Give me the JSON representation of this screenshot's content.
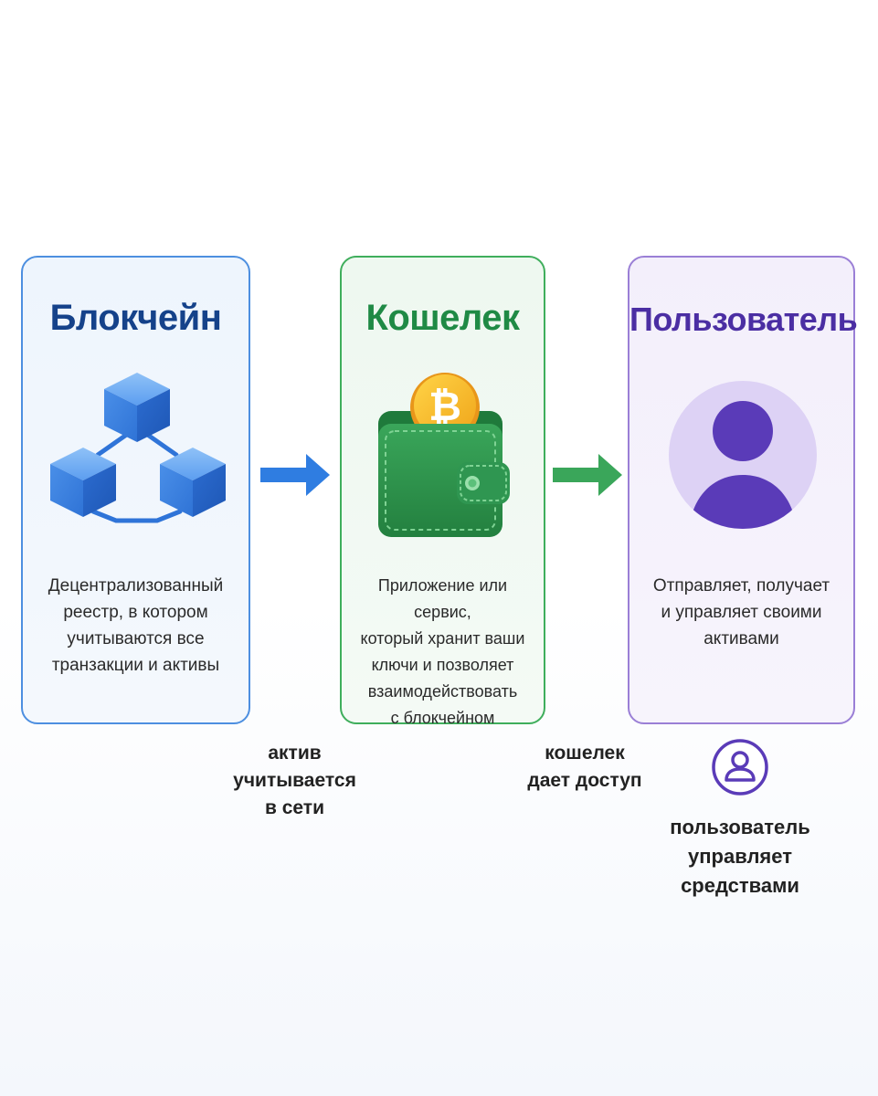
{
  "cards": {
    "blockchain": {
      "title": "Блокчейн",
      "desc_lines": [
        "Децентрализованный",
        "реестр, в котором",
        "учитываются все",
        "транзакции и активы"
      ],
      "accent": "#15428a"
    },
    "wallet": {
      "title": "Кошелек",
      "desc_lines": [
        "Приложение или сервис,",
        "который хранит ваши",
        "ключи и позволяет",
        "взаимодействовать",
        "с блокчейном"
      ],
      "accent": "#1f8a45"
    },
    "user": {
      "title": "Пользователь",
      "desc_lines": [
        "Отправляет, получает",
        "и управляет своими",
        "активами"
      ],
      "accent": "#4b2ea3"
    }
  },
  "captions": {
    "asset": [
      "актив",
      "учитывается",
      "в сети"
    ],
    "wallet": [
      "кошелек",
      "дает доступ"
    ],
    "user": [
      "пользователь",
      "управляет",
      "средствами"
    ]
  },
  "icons": {
    "blockchain": "blockchain-cubes-icon",
    "wallet": "bitcoin-wallet-icon",
    "user": "user-avatar-icon",
    "arrow1": "arrow-right-icon",
    "arrow2": "arrow-right-icon",
    "small_user": "user-circle-icon"
  },
  "colors": {
    "blue": "#2f7de1",
    "green": "#3aa65a",
    "purple": "#5a3bb8"
  }
}
